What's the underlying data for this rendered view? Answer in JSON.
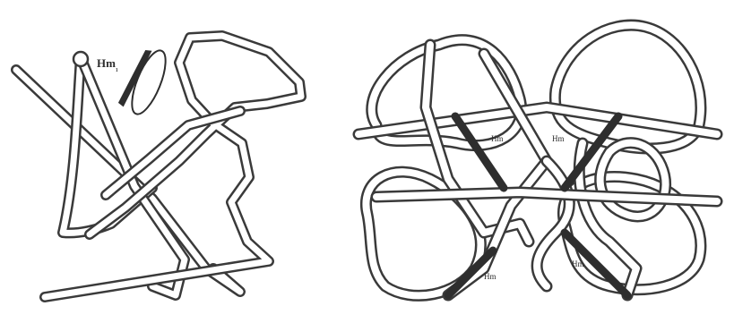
{
  "figure": {
    "left_panel": {
      "heme_label": "Hm",
      "heme_label_suffix": "₁"
    },
    "right_panel": {
      "heme_labels": [
        "Hm",
        "Hm",
        "Hm",
        "Hm"
      ]
    }
  },
  "colors": {
    "background": "#ffffff",
    "outline": "#3a3a3a",
    "heme": "#2e2e2e"
  }
}
